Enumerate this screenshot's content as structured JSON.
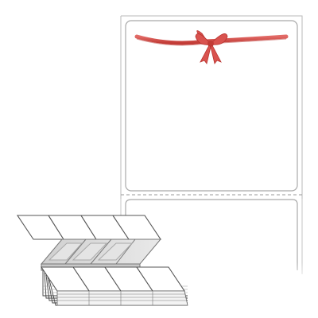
{
  "product": {
    "label_sheet": {
      "label_count_visible": 2,
      "perforation": "dashed"
    },
    "decoration": {
      "icon": "ribbon-bow",
      "color": "#d9534f"
    },
    "fanfold_stack": {
      "top_row_labels": 4,
      "bottom_row_labels": 4,
      "style": "fanfold"
    }
  },
  "colors": {
    "line": "#9a9a9a",
    "label_border": "#b5b5b5",
    "fold_shade": "#dcdcdc",
    "ribbon": "#d9534f",
    "ribbon_dark": "#b8322e"
  }
}
